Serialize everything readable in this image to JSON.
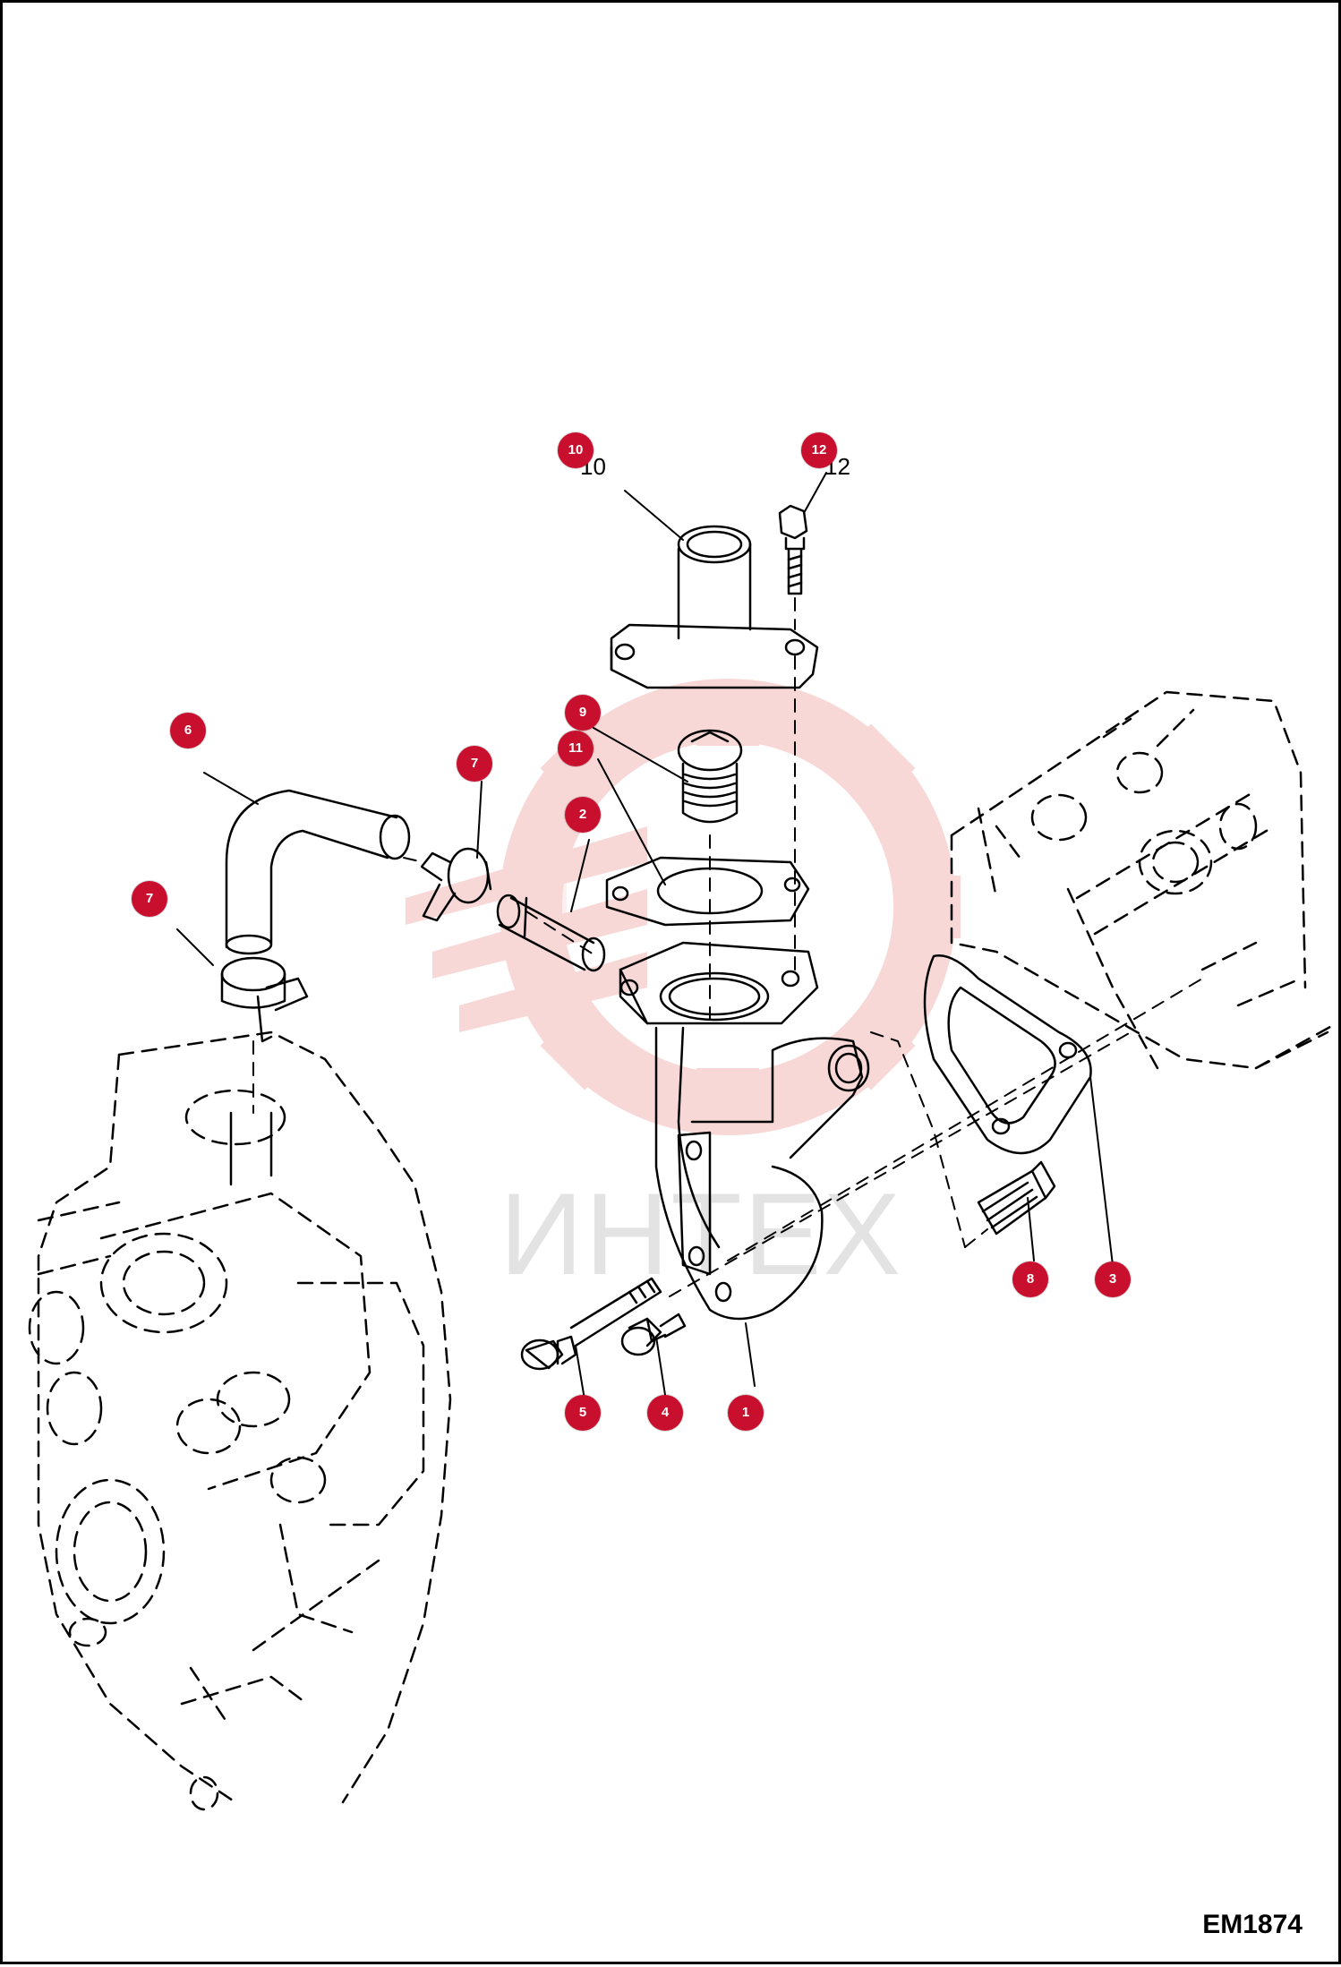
{
  "drawing": {
    "code": "EM1874",
    "watermark_text": "ИНТЕХ",
    "colors": {
      "callout": "#c8102e",
      "ink": "#000000",
      "watermark_gear": "#f3b8b8",
      "watermark_text": "#d8d8d8"
    }
  },
  "callouts": [
    {
      "id": "10",
      "label": "10"
    },
    {
      "id": "12",
      "label": "12"
    },
    {
      "id": "9",
      "label": "9"
    },
    {
      "id": "11",
      "label": "11"
    },
    {
      "id": "6",
      "label": "6"
    },
    {
      "id": "7a",
      "label": "7"
    },
    {
      "id": "2",
      "label": "2"
    },
    {
      "id": "7b",
      "label": "7"
    },
    {
      "id": "8",
      "label": "8"
    },
    {
      "id": "3",
      "label": "3"
    },
    {
      "id": "5",
      "label": "5"
    },
    {
      "id": "4",
      "label": "4"
    },
    {
      "id": "1",
      "label": "1"
    }
  ]
}
